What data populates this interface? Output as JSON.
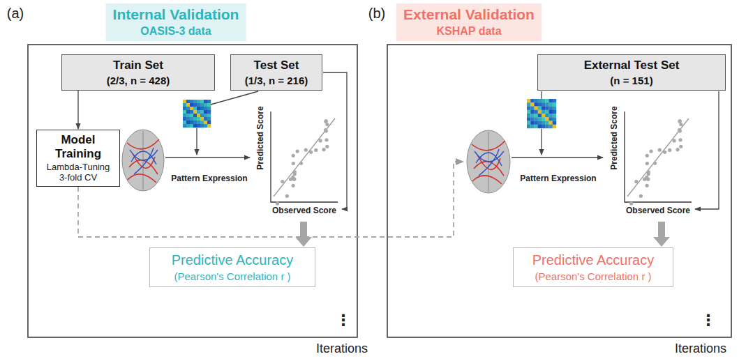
{
  "diagram": {
    "nodes": [
      {
        "text": [
          "Internal Validation",
          "OASIS-3 data"
        ]
      },
      {
        "text": [
          "Train Set",
          "(2/3, n = 428)"
        ]
      },
      {
        "text": [
          "Test Set",
          "(1/3, n = 216)"
        ]
      },
      {
        "text": [
          "Model Training",
          "Lambda-Tuning 3-fold CV"
        ]
      },
      {
        "text": [
          "Predictive Accuracy",
          "(Pearson's Correlation r )"
        ]
      },
      {
        "text": [
          "External Validation",
          "KSHAP data"
        ]
      },
      {
        "text": [
          "External Test Set",
          "(n = 151)"
        ]
      },
      {
        "text": [
          "Predictive Accuracy",
          "(Pearson's Correlation r )"
        ]
      }
    ],
    "edges": [
      {
        "from": 1,
        "to": 3,
        "arrow": "to"
      }
    ],
    "labels": [
      "(a)",
      "Pattern Expression",
      "Predicted Score",
      "Observed Score",
      "⋮",
      "Iterations",
      "(b)",
      "Pattern Expression",
      "Predicted Score",
      "Observed Score",
      "⋮",
      "Iterations"
    ]
  }
}
